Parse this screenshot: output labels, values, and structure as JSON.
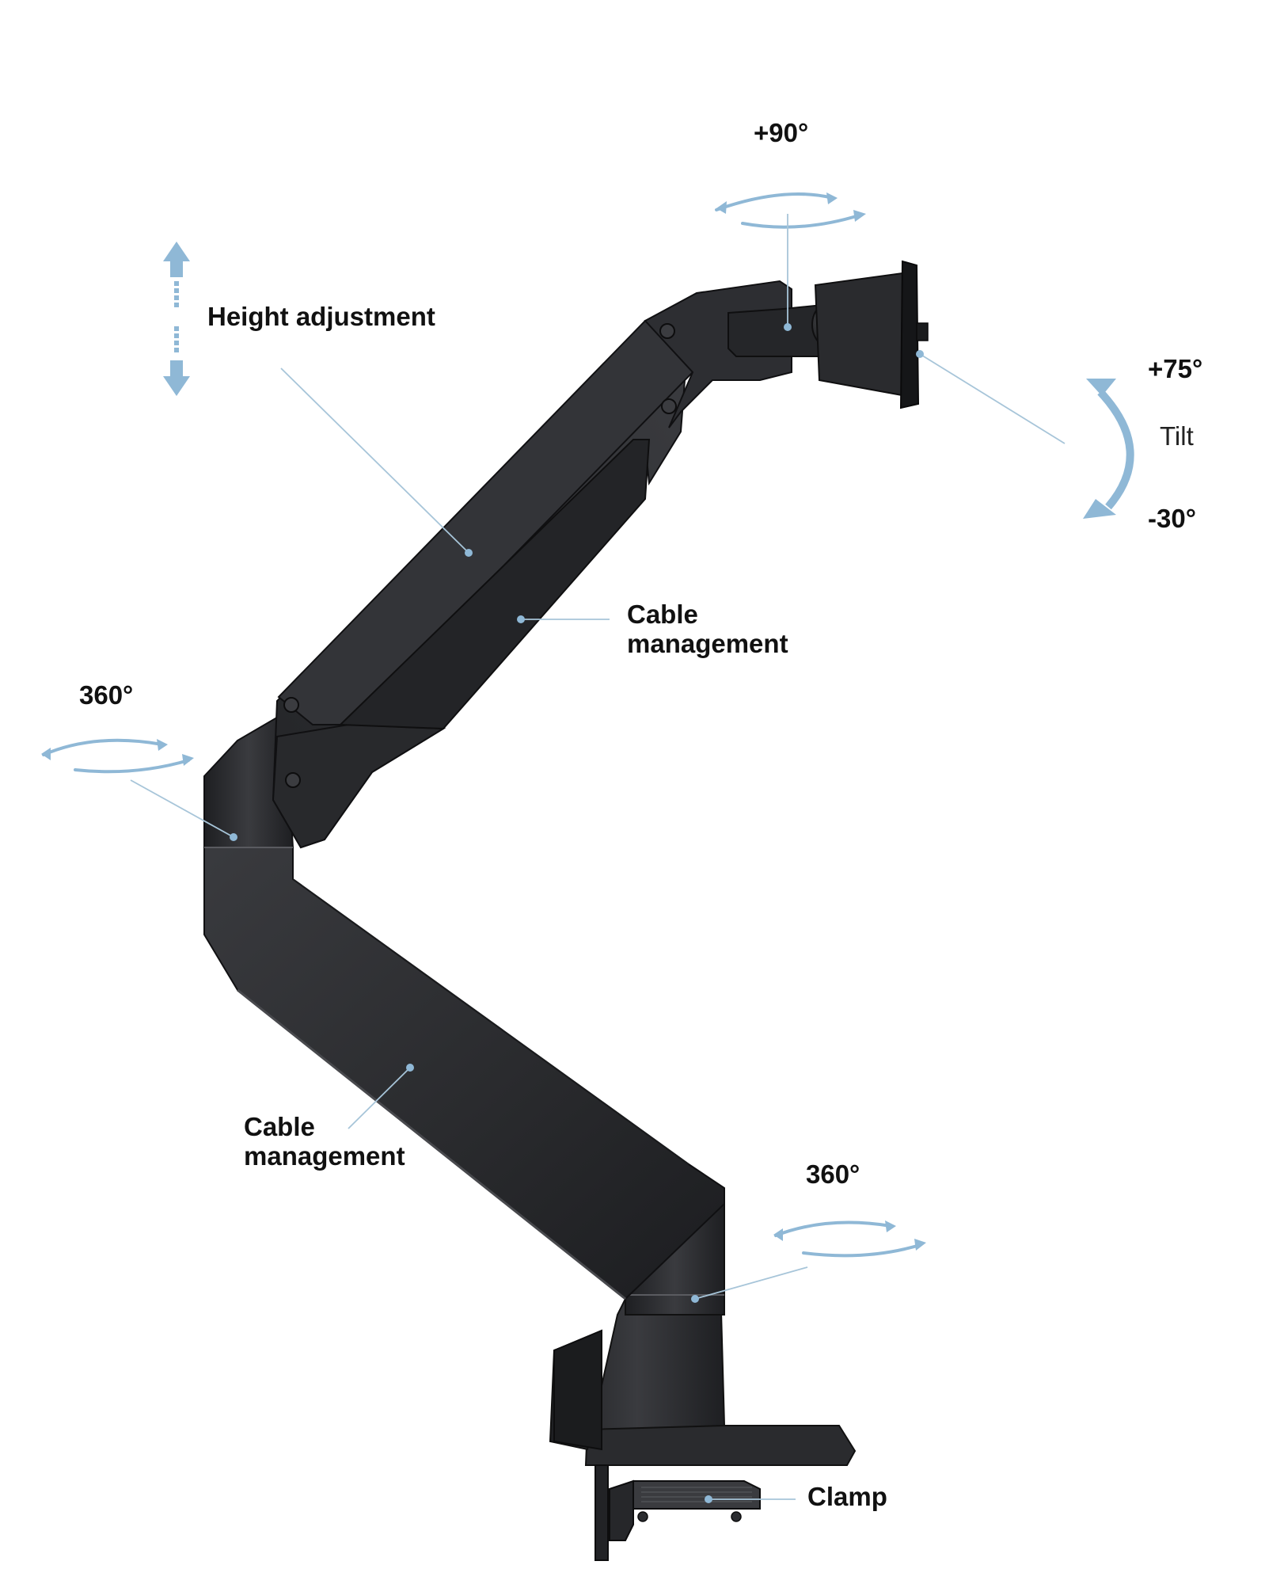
{
  "labels": {
    "swivel_top": "+90°",
    "height": "Height adjustment",
    "tilt_up": "+75°",
    "tilt": "Tilt",
    "tilt_down": "-30°",
    "cable_upper_line1": "Cable",
    "cable_upper_line2": "management",
    "rotate_left": "360°",
    "cable_lower_line1": "Cable",
    "cable_lower_line2": "management",
    "rotate_base": "360°",
    "clamp": "Clamp"
  },
  "colors": {
    "background": "#ffffff",
    "arm": "#2c2d30",
    "arm_shadow": "#1a1b1d",
    "arm_highlight": "#4a4b4f",
    "indicator": "#8fb8d6",
    "leader_line": "#a7c5d9",
    "text": "#111111"
  },
  "icons": [
    "height-arrow-icon",
    "swivel-arrow-icon",
    "tilt-arrow-icon",
    "rotation-arrow-icon"
  ]
}
